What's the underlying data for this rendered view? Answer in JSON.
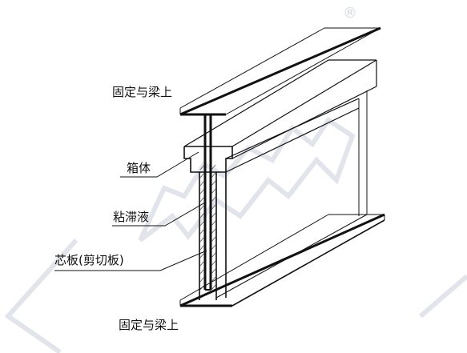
{
  "labels": {
    "top_fixed": "固定与梁上",
    "box": "箱体",
    "viscous_fluid": "粘滞液",
    "core_plate": "芯板(剪切板)",
    "bottom_fixed": "固定与梁上"
  },
  "watermark": {
    "registered_mark": "®"
  },
  "colors": {
    "line": "#111111",
    "hatch": "#555555",
    "watermark": "#c9cfd8"
  }
}
